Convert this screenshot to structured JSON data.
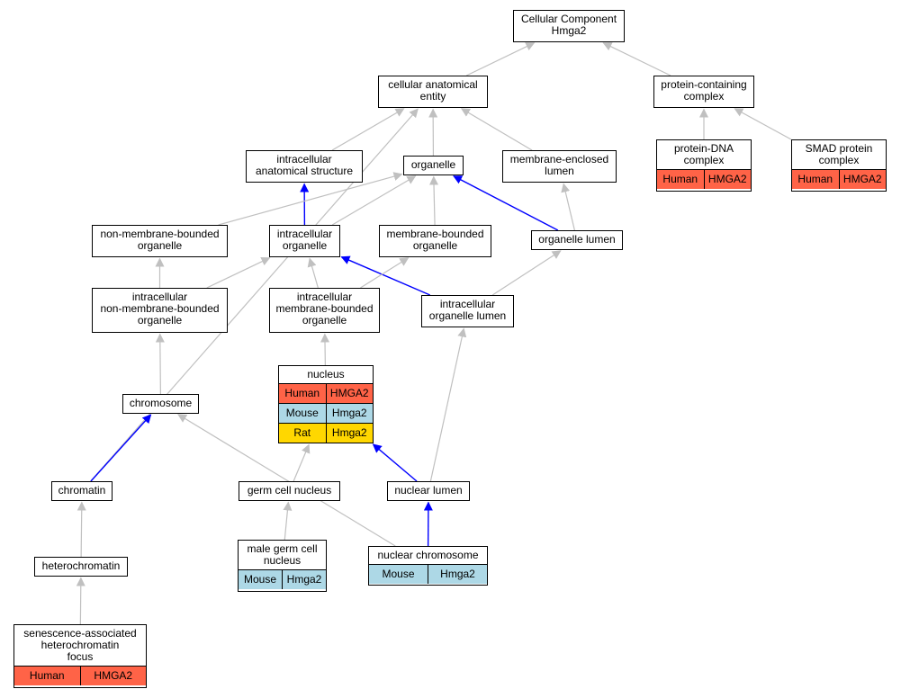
{
  "colors": {
    "edge_default": "#c0c0c0",
    "edge_highlight": "#0000ff",
    "human": "#ff6347",
    "mouse": "#add8e6",
    "rat": "#ffd700"
  },
  "nodes": {
    "root": {
      "lines": [
        "Cellular Component",
        "Hmga2"
      ]
    },
    "cellular_anatomical_entity": {
      "lines": [
        "cellular anatomical",
        "entity"
      ]
    },
    "protein_containing_complex": {
      "lines": [
        "protein-containing",
        "complex"
      ]
    },
    "intracellular_anatomical_structure": {
      "lines": [
        "intracellular",
        "anatomical structure"
      ]
    },
    "organelle": {
      "lines": [
        "organelle"
      ]
    },
    "membrane_enclosed_lumen": {
      "lines": [
        "membrane-enclosed",
        "lumen"
      ]
    },
    "protein_dna_complex": {
      "lines": [
        "protein-DNA",
        "complex"
      ],
      "annotations": [
        [
          "Human",
          "HMGA2"
        ]
      ]
    },
    "smad_protein_complex": {
      "lines": [
        "SMAD protein",
        "complex"
      ],
      "annotations": [
        [
          "Human",
          "HMGA2"
        ]
      ]
    },
    "non_membrane_bounded_organelle": {
      "lines": [
        "non-membrane-bounded",
        "organelle"
      ]
    },
    "intracellular_organelle": {
      "lines": [
        "intracellular",
        "organelle"
      ]
    },
    "membrane_bounded_organelle": {
      "lines": [
        "membrane-bounded",
        "organelle"
      ]
    },
    "organelle_lumen": {
      "lines": [
        "organelle lumen"
      ]
    },
    "intracellular_non_membrane_bounded_organelle": {
      "lines": [
        "intracellular",
        "non-membrane-bounded",
        "organelle"
      ]
    },
    "intracellular_membrane_bounded_organelle": {
      "lines": [
        "intracellular",
        "membrane-bounded",
        "organelle"
      ]
    },
    "intracellular_organelle_lumen": {
      "lines": [
        "intracellular",
        "organelle lumen"
      ]
    },
    "nucleus": {
      "lines": [
        "nucleus"
      ],
      "annotations": [
        [
          "Human",
          "HMGA2"
        ],
        [
          "Mouse",
          "Hmga2"
        ],
        [
          "Rat",
          "Hmga2"
        ]
      ]
    },
    "chromosome": {
      "lines": [
        "chromosome"
      ]
    },
    "chromatin": {
      "lines": [
        "chromatin"
      ]
    },
    "germ_cell_nucleus": {
      "lines": [
        "germ cell nucleus"
      ]
    },
    "nuclear_lumen": {
      "lines": [
        "nuclear lumen"
      ]
    },
    "heterochromatin": {
      "lines": [
        "heterochromatin"
      ]
    },
    "male_germ_cell_nucleus": {
      "lines": [
        "male germ cell",
        "nucleus"
      ],
      "annotations": [
        [
          "Mouse",
          "Hmga2"
        ]
      ]
    },
    "nuclear_chromosome": {
      "lines": [
        "nuclear chromosome"
      ],
      "annotations": [
        [
          "Mouse",
          "Hmga2"
        ]
      ]
    },
    "senescence_associated_heterochromatin_focus": {
      "lines": [
        "senescence-associated",
        "heterochromatin",
        "focus"
      ],
      "annotations": [
        [
          "Human",
          "HMGA2"
        ]
      ]
    }
  },
  "edges": [
    {
      "from": "cellular_anatomical_entity",
      "to": "root",
      "highlight": false
    },
    {
      "from": "protein_containing_complex",
      "to": "root",
      "highlight": false
    },
    {
      "from": "protein_dna_complex",
      "to": "protein_containing_complex",
      "highlight": false
    },
    {
      "from": "smad_protein_complex",
      "to": "protein_containing_complex",
      "highlight": false
    },
    {
      "from": "intracellular_anatomical_structure",
      "to": "cellular_anatomical_entity",
      "highlight": false
    },
    {
      "from": "organelle",
      "to": "cellular_anatomical_entity",
      "highlight": false
    },
    {
      "from": "membrane_enclosed_lumen",
      "to": "cellular_anatomical_entity",
      "highlight": false
    },
    {
      "from": "chromatin",
      "to": "cellular_anatomical_entity",
      "highlight": false
    },
    {
      "from": "intracellular_organelle",
      "to": "intracellular_anatomical_structure",
      "highlight": true
    },
    {
      "from": "non_membrane_bounded_organelle",
      "to": "organelle",
      "highlight": false
    },
    {
      "from": "intracellular_organelle",
      "to": "organelle",
      "highlight": false
    },
    {
      "from": "membrane_bounded_organelle",
      "to": "organelle",
      "highlight": false
    },
    {
      "from": "organelle_lumen",
      "to": "organelle",
      "highlight": true
    },
    {
      "from": "organelle_lumen",
      "to": "membrane_enclosed_lumen",
      "highlight": false
    },
    {
      "from": "intracellular_non_membrane_bounded_organelle",
      "to": "non_membrane_bounded_organelle",
      "highlight": false
    },
    {
      "from": "intracellular_non_membrane_bounded_organelle",
      "to": "intracellular_organelle",
      "highlight": false
    },
    {
      "from": "intracellular_membrane_bounded_organelle",
      "to": "intracellular_organelle",
      "highlight": false
    },
    {
      "from": "intracellular_organelle_lumen",
      "to": "intracellular_organelle",
      "highlight": true
    },
    {
      "from": "intracellular_membrane_bounded_organelle",
      "to": "membrane_bounded_organelle",
      "highlight": false
    },
    {
      "from": "intracellular_organelle_lumen",
      "to": "organelle_lumen",
      "highlight": false
    },
    {
      "from": "nucleus",
      "to": "intracellular_membrane_bounded_organelle",
      "highlight": false
    },
    {
      "from": "chromosome",
      "to": "intracellular_non_membrane_bounded_organelle",
      "highlight": false
    },
    {
      "from": "nuclear_lumen",
      "to": "intracellular_organelle_lumen",
      "highlight": false
    },
    {
      "from": "chromatin",
      "to": "chromosome",
      "highlight": true
    },
    {
      "from": "germ_cell_nucleus",
      "to": "nucleus",
      "highlight": false
    },
    {
      "from": "nuclear_lumen",
      "to": "nucleus",
      "highlight": true
    },
    {
      "from": "heterochromatin",
      "to": "chromatin",
      "highlight": false
    },
    {
      "from": "male_germ_cell_nucleus",
      "to": "germ_cell_nucleus",
      "highlight": false
    },
    {
      "from": "nuclear_chromosome",
      "to": "nuclear_lumen",
      "highlight": true
    },
    {
      "from": "nuclear_chromosome",
      "to": "chromosome",
      "highlight": false
    },
    {
      "from": "senescence_associated_heterochromatin_focus",
      "to": "heterochromatin",
      "highlight": false
    }
  ]
}
